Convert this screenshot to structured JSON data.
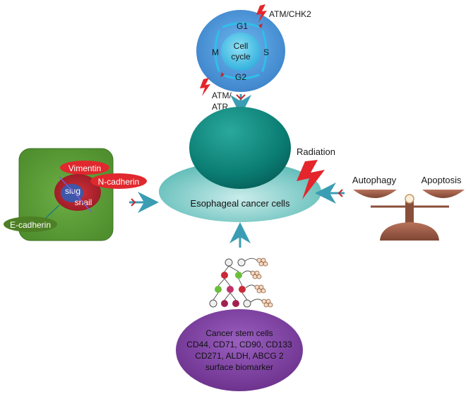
{
  "cell_cycle": {
    "center_line1": "Cell",
    "center_line2": "cycle",
    "phase_g1": "G1",
    "phase_s": "S",
    "phase_g2": "G2",
    "phase_m": "M",
    "checkpoint_top": "ATM/CHK2",
    "checkpoint_bottom_line1": "ATM/",
    "checkpoint_bottom_line2": "ATR"
  },
  "center": {
    "label": "Esophageal cancer cells",
    "radiation_label": "Radiation"
  },
  "emt": {
    "vimentin": "Vimentin",
    "n_cadherin": "N-cadherin",
    "slug": "slug",
    "snail": "snail",
    "e_cadherin": "E-cadherin"
  },
  "balance": {
    "left_label": "Autophagy",
    "right_label": "Apoptosis"
  },
  "stem_cells": {
    "line1": "Cancer stem cells",
    "line2": "CD44, CD71, CD90, CD133",
    "line3": "CD271, ALDH, ABCG 2",
    "line4": "surface biomarker"
  },
  "colors": {
    "cycle_outer": "#4f9fe0",
    "cycle_inner": "#5cc4ea",
    "cancer_cell": "#0f8a80",
    "cancer_base": "#7dcdca",
    "emt_box": "#5a9b38",
    "vimentin_red": "#e0282e",
    "ecadherin_green": "#4d7f25",
    "balance_brown": "#9a5b46",
    "stem_purple": "#8040a0",
    "lightning": "#e4252b"
  }
}
